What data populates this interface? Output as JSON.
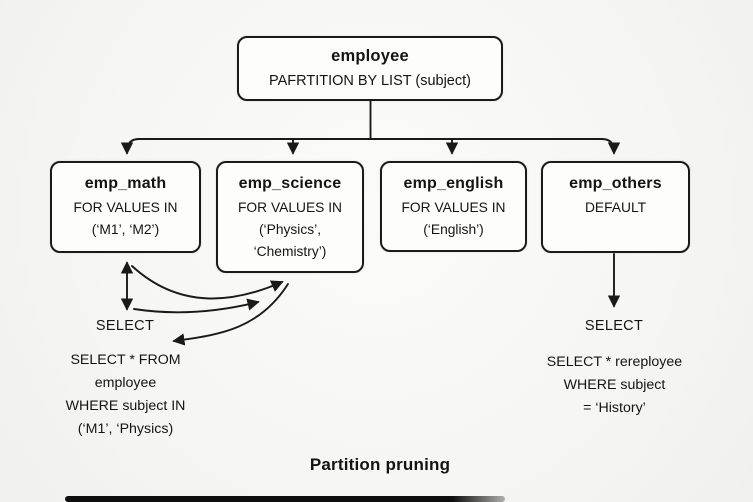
{
  "canvas": {
    "bg": "#f6f6f4",
    "ink": "#1a1a1a"
  },
  "root_box": {
    "title": "employee",
    "subtitle": "PAFRTITION BY LIST (subject)"
  },
  "partitions": [
    {
      "title": "emp_math",
      "lines": [
        "FOR VALUES IN",
        "(‘M1’, ‘M2’)"
      ]
    },
    {
      "title": "emp_science",
      "lines": [
        "FOR VALUES IN",
        "(‘Physics’,",
        "‘Chemistry’)"
      ]
    },
    {
      "title": "emp_english",
      "lines": [
        "FOR VALUES IN",
        "(‘English’)"
      ]
    },
    {
      "title": "emp_others",
      "lines": [
        "DEFAULT"
      ]
    }
  ],
  "left_query": {
    "label": "SELECT",
    "lines": [
      "SELECT * FROM",
      "employee",
      "WHERE subject IN",
      "(‘M1’, ‘Physics)"
    ]
  },
  "right_query": {
    "label": "SELECT",
    "lines": [
      "SELECT * rereployee",
      "WHERE subject",
      "= ‘History’"
    ]
  },
  "caption": "Partition pruning"
}
